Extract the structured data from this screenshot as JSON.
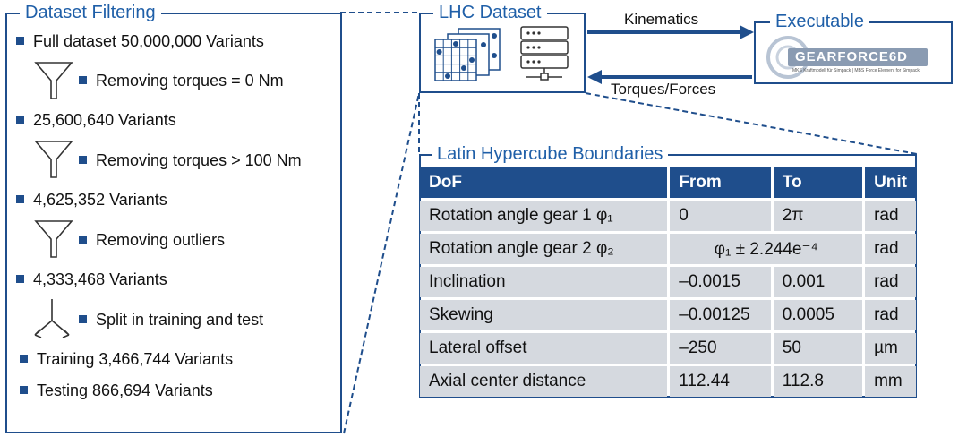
{
  "filtering": {
    "title": "Dataset Filtering",
    "rows": [
      "Full dataset 50,000,000 Variants",
      "Removing torques = 0 Nm",
      "25,600,640 Variants",
      "Removing torques > 100 Nm",
      "4,625,352 Variants",
      "Removing outliers",
      "4,333,468 Variants",
      "Split in training and test",
      "Training 3,466,744 Variants",
      "Testing 866,694 Variants"
    ]
  },
  "lhc_dataset": {
    "title": "LHC Dataset"
  },
  "executable": {
    "title": "Executable",
    "logo_text": "GEARFORCE6D",
    "logo_subtitle": "MKS Kraftmodell für Simpack | MBS Force Element for Simpack"
  },
  "arrows": {
    "kinematics": "Kinematics",
    "torques": "Torques/Forces"
  },
  "boundaries": {
    "title": "Latin Hypercube Boundaries",
    "headers": [
      "DoF",
      "From",
      "To",
      "Unit"
    ],
    "rows": [
      {
        "dof": "Rotation angle gear 1 φ₁",
        "from": "0",
        "to": "2π",
        "unit": "rad"
      },
      {
        "dof": "Rotation angle gear 2 φ₂",
        "span": "φ₁ ± 2.244e⁻⁴",
        "unit": "rad"
      },
      {
        "dof": "Inclination",
        "from": "–0.0015",
        "to": "0.001",
        "unit": "rad"
      },
      {
        "dof": "Skewing",
        "from": "–0.00125",
        "to": "0.0005",
        "unit": "rad"
      },
      {
        "dof": "Lateral offset",
        "from": "–250",
        "to": "50",
        "unit": "µm"
      },
      {
        "dof": "Axial center distance",
        "from": "112.44",
        "to": "112.8",
        "unit": "mm"
      }
    ]
  },
  "colors": {
    "accent": "#1f4e8c",
    "title": "#1f5fa8",
    "cell": "#d5d9df"
  }
}
